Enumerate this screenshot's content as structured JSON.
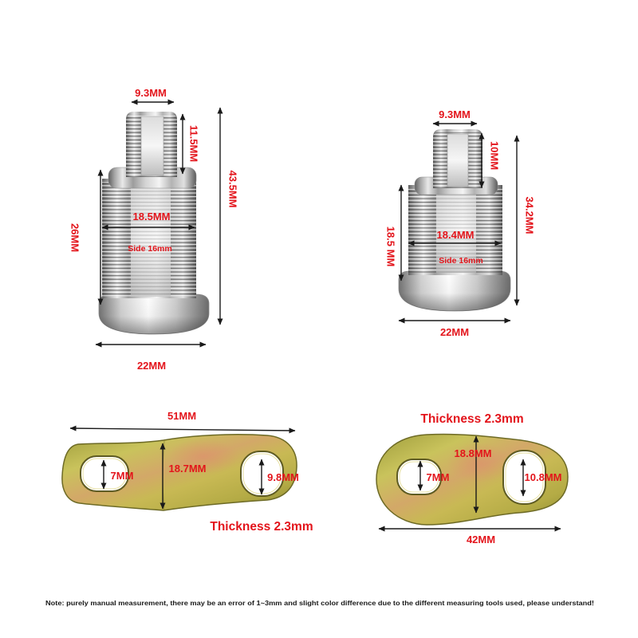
{
  "colors": {
    "label": "#e3141b",
    "dimension_line": "#1a1a1a",
    "note_text": "#1a1a1a",
    "background": "#ffffff",
    "metal": "#c8c8c8",
    "cam_plate": "#c2b94f"
  },
  "lock_long": {
    "top_width": "9.3MM",
    "spindle_height": "11.5MM",
    "total_height": "43.5MM",
    "body_height": "26MM",
    "thread_diameter": "18.5MM",
    "flat_side": "Side 16mm",
    "flange_diameter": "22MM"
  },
  "lock_short": {
    "top_width": "9.3MM",
    "spindle_height": "10MM",
    "total_height": "34.2MM",
    "body_height": "18.5 MM",
    "thread_diameter": "18.4MM",
    "flat_side": "Side 16mm",
    "flange_diameter": "22MM"
  },
  "cam_long": {
    "length": "51MM",
    "small_slot": "7MM",
    "width": "18.7MM",
    "large_slot": "9.8MM",
    "thickness": "Thickness 2.3mm"
  },
  "cam_short": {
    "thickness": "Thickness 2.3mm",
    "small_slot": "7MM",
    "width": "18.8MM",
    "large_slot": "10.8MM",
    "length": "42MM"
  },
  "note": "Note: purely manual measurement, there may be an error of 1~3mm and slight color difference due to the different measuring tools used, please understand!"
}
